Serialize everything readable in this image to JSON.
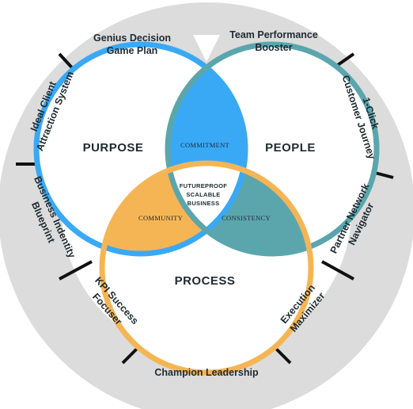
{
  "colors": {
    "ring": "#dcdcdc",
    "divider": "#111111",
    "purpose": "#3aa9f5",
    "people": "#5ba6ad",
    "process": "#f6b555",
    "commitment_fill": "#3aa9f5",
    "consistency_fill": "#5ba6ad",
    "community_fill": "#f6b555"
  },
  "circles": {
    "purpose": "PURPOSE",
    "people": "PEOPLE",
    "process": "PROCESS"
  },
  "overlaps": {
    "commitment": "COMMITMENT",
    "consistency": "CONSISTENCY",
    "community": "COMMUNITY"
  },
  "center": {
    "line1": "FUTUREPROOF",
    "line2": "SCALABLE",
    "line3": "BUSINESS"
  },
  "segments": {
    "genius": {
      "line1": "Genius Decision",
      "line2": "Game Plan"
    },
    "team": {
      "line1": "Team Performance",
      "line2": "Booster"
    },
    "client": {
      "line1": "Ideal Client",
      "line2": "Attraction System"
    },
    "oneclick": {
      "line1": "1-Click",
      "line2": "Customer Journey"
    },
    "business": {
      "line1": "Business Indentity",
      "line2": "Blueprint"
    },
    "partner": {
      "line1": "Partner Network",
      "line2": "Navigator"
    },
    "kpi": {
      "line1": "KPI Success",
      "line2": "Focuser"
    },
    "execution": {
      "line1": "Execution",
      "line2": "Maximizer"
    },
    "champion": {
      "line1": "Champion Leadership"
    }
  }
}
